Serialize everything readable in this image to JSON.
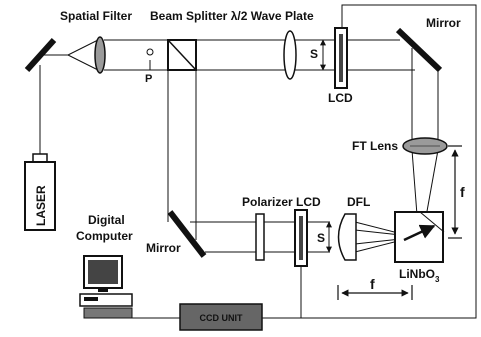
{
  "labels": {
    "spatial_filter": "Spatial Filter",
    "beam_splitter_waveplate": "Beam Splitter λ/2 Wave Plate",
    "mirror_top": "Mirror",
    "s_polarization": "S",
    "p_polarization": "P",
    "lcd_top": "LCD",
    "ft_lens": "FT Lens",
    "laser": "LASER",
    "polarizer_lcd": "Polarizer LCD",
    "dfl": "DFL",
    "s_polarization_lower": "S",
    "f_vertical": "f",
    "f_horizontal": "f",
    "digital_computer_line1": "Digital",
    "digital_computer_line2": "Computer",
    "mirror_bottom": "Mirror",
    "crystal_base": "LiNbO",
    "crystal_sub": "3",
    "ccd_unit_text": "CCD UNIT"
  },
  "colors": {
    "ink": "#111111",
    "lens_fill": "#9a9a9a",
    "panel_fill": "#444444",
    "ccd_fill": "#666666"
  }
}
